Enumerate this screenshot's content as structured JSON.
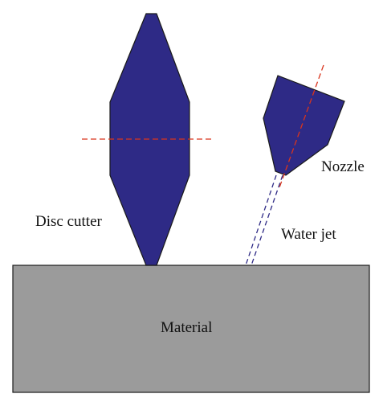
{
  "diagram": {
    "labels": {
      "disc_cutter": "Disc cutter",
      "nozzle": "Nozzle",
      "water_jet": "Water jet",
      "material": "Material"
    },
    "colors": {
      "shape_fill": "#2e2a86",
      "shape_stroke": "#1a1a1a",
      "material_fill": "#9b9b9b",
      "center_line": "#d9341c",
      "jet_line": "#2e2a86"
    }
  }
}
